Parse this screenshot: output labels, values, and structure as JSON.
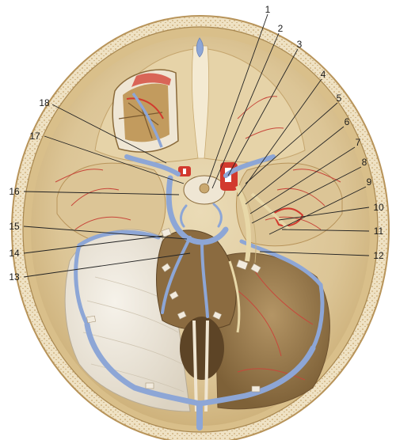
{
  "figure": {
    "subject": "skull-base-interior-view",
    "colors": {
      "bone": "#e3cfa2",
      "bone_dark": "#b08c52",
      "outer_table": "#efe2c4",
      "dura_light": "#f1ece2",
      "sinus_blue": "#8da6d6",
      "artery_red": "#d23a2e",
      "fossa_brown": "#9a7a4a",
      "vessel_red": "#c8463a"
    },
    "callouts": [
      {
        "id": "c1",
        "label": "1"
      },
      {
        "id": "c2",
        "label": "2"
      },
      {
        "id": "c3",
        "label": "3"
      },
      {
        "id": "c4",
        "label": "4"
      },
      {
        "id": "c5",
        "label": "5"
      },
      {
        "id": "c6",
        "label": "6"
      },
      {
        "id": "c7",
        "label": "7"
      },
      {
        "id": "c8",
        "label": "8"
      },
      {
        "id": "c9",
        "label": "9"
      },
      {
        "id": "c10",
        "label": "10"
      },
      {
        "id": "c11",
        "label": "11"
      },
      {
        "id": "c12",
        "label": "12"
      },
      {
        "id": "c13",
        "label": "13"
      },
      {
        "id": "c14",
        "label": "14"
      },
      {
        "id": "c15",
        "label": "15"
      },
      {
        "id": "c16",
        "label": "16"
      },
      {
        "id": "c17",
        "label": "17"
      },
      {
        "id": "c18",
        "label": "18"
      }
    ]
  }
}
